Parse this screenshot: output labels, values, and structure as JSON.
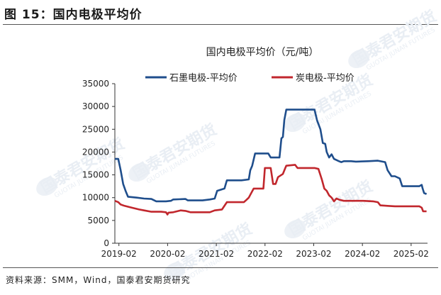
{
  "figure": {
    "title": "图 15：国内电极平均价",
    "source": "资料来源：SMM，Wind，国泰君安期货研究"
  },
  "watermark": {
    "text": "国泰君安期货",
    "sub": "GUOTAI JUNAN FUTURES"
  },
  "chart_data": {
    "type": "line",
    "title": "国内电极平均价（元/吨）",
    "xlabel": "",
    "ylabel": "",
    "xlim": [
      2019.0,
      2025.42
    ],
    "ylim": [
      0,
      35000
    ],
    "x_ticks": [
      {
        "label": "2019-02",
        "value": 2019.083
      },
      {
        "label": "2020-02",
        "value": 2020.083
      },
      {
        "label": "2021-02",
        "value": 2021.083
      },
      {
        "label": "2022-02",
        "value": 2022.083
      },
      {
        "label": "2023-02",
        "value": 2023.083
      },
      {
        "label": "2024-02",
        "value": 2024.083
      },
      {
        "label": "2025-02",
        "value": 2025.083
      }
    ],
    "y_ticks": [
      0,
      5000,
      10000,
      15000,
      20000,
      25000,
      30000,
      35000
    ],
    "legend_position": "top",
    "series": [
      {
        "name": "石墨电极-平均价",
        "color": "#1f4e8c",
        "points": [
          [
            2019.0,
            18500
          ],
          [
            2019.07,
            18500
          ],
          [
            2019.12,
            16000
          ],
          [
            2019.17,
            13000
          ],
          [
            2019.22,
            11500
          ],
          [
            2019.27,
            10200
          ],
          [
            2019.45,
            10000
          ],
          [
            2019.6,
            9800
          ],
          [
            2019.75,
            9700
          ],
          [
            2019.85,
            9200
          ],
          [
            2020.05,
            9200
          ],
          [
            2020.15,
            9300
          ],
          [
            2020.2,
            9600
          ],
          [
            2020.45,
            9700
          ],
          [
            2020.5,
            9400
          ],
          [
            2020.8,
            9400
          ],
          [
            2020.95,
            9600
          ],
          [
            2021.05,
            9800
          ],
          [
            2021.1,
            11500
          ],
          [
            2021.25,
            12000
          ],
          [
            2021.3,
            13800
          ],
          [
            2021.6,
            13800
          ],
          [
            2021.75,
            14000
          ],
          [
            2021.78,
            16000
          ],
          [
            2021.82,
            17000
          ],
          [
            2021.88,
            19700
          ],
          [
            2022.15,
            19700
          ],
          [
            2022.2,
            18800
          ],
          [
            2022.38,
            18800
          ],
          [
            2022.42,
            23000
          ],
          [
            2022.45,
            23300
          ],
          [
            2022.48,
            27000
          ],
          [
            2022.52,
            29300
          ],
          [
            2022.95,
            29300
          ],
          [
            2023.1,
            29300
          ],
          [
            2023.15,
            27000
          ],
          [
            2023.22,
            25000
          ],
          [
            2023.27,
            22000
          ],
          [
            2023.32,
            21800
          ],
          [
            2023.35,
            20000
          ],
          [
            2023.4,
            18800
          ],
          [
            2023.45,
            19500
          ],
          [
            2023.5,
            18500
          ],
          [
            2023.6,
            18000
          ],
          [
            2023.65,
            17800
          ],
          [
            2023.7,
            18000
          ],
          [
            2023.85,
            18000
          ],
          [
            2023.95,
            17900
          ],
          [
            2024.2,
            18000
          ],
          [
            2024.4,
            18100
          ],
          [
            2024.55,
            17800
          ],
          [
            2024.6,
            16000
          ],
          [
            2024.68,
            14700
          ],
          [
            2024.75,
            14700
          ],
          [
            2024.85,
            14200
          ],
          [
            2024.9,
            12500
          ],
          [
            2025.2,
            12500
          ],
          [
            2025.25,
            12500
          ],
          [
            2025.3,
            12800
          ],
          [
            2025.32,
            12000
          ],
          [
            2025.35,
            11000
          ],
          [
            2025.4,
            10800
          ]
        ]
      },
      {
        "name": "炭电极-平均价",
        "color": "#c1272d",
        "points": [
          [
            2019.0,
            9300
          ],
          [
            2019.07,
            9000
          ],
          [
            2019.12,
            8500
          ],
          [
            2019.2,
            8200
          ],
          [
            2019.35,
            7800
          ],
          [
            2019.5,
            7400
          ],
          [
            2019.6,
            7200
          ],
          [
            2019.75,
            6900
          ],
          [
            2019.95,
            6900
          ],
          [
            2020.05,
            6800
          ],
          [
            2020.08,
            6300
          ],
          [
            2020.1,
            6700
          ],
          [
            2020.2,
            6800
          ],
          [
            2020.35,
            7200
          ],
          [
            2020.45,
            7100
          ],
          [
            2020.55,
            6800
          ],
          [
            2020.95,
            6800
          ],
          [
            2021.05,
            7200
          ],
          [
            2021.2,
            7400
          ],
          [
            2021.3,
            9000
          ],
          [
            2021.65,
            9000
          ],
          [
            2021.7,
            9500
          ],
          [
            2021.75,
            10000
          ],
          [
            2021.8,
            11000
          ],
          [
            2021.85,
            12000
          ],
          [
            2021.9,
            12000
          ],
          [
            2022.05,
            12000
          ],
          [
            2022.08,
            16500
          ],
          [
            2022.2,
            16500
          ],
          [
            2022.25,
            13000
          ],
          [
            2022.3,
            13000
          ],
          [
            2022.35,
            14500
          ],
          [
            2022.45,
            15200
          ],
          [
            2022.5,
            16500
          ],
          [
            2022.52,
            17000
          ],
          [
            2022.7,
            17200
          ],
          [
            2022.75,
            16500
          ],
          [
            2023.1,
            16500
          ],
          [
            2023.18,
            16300
          ],
          [
            2023.25,
            14000
          ],
          [
            2023.3,
            12000
          ],
          [
            2023.35,
            11500
          ],
          [
            2023.4,
            10500
          ],
          [
            2023.45,
            10000
          ],
          [
            2023.5,
            9200
          ],
          [
            2023.55,
            9800
          ],
          [
            2023.62,
            9500
          ],
          [
            2023.7,
            9300
          ],
          [
            2024.1,
            9300
          ],
          [
            2024.3,
            9200
          ],
          [
            2024.4,
            9000
          ],
          [
            2024.45,
            8300
          ],
          [
            2024.6,
            8200
          ],
          [
            2024.75,
            8100
          ],
          [
            2025.25,
            8100
          ],
          [
            2025.3,
            7800
          ],
          [
            2025.33,
            7000
          ],
          [
            2025.4,
            7000
          ]
        ]
      }
    ]
  }
}
